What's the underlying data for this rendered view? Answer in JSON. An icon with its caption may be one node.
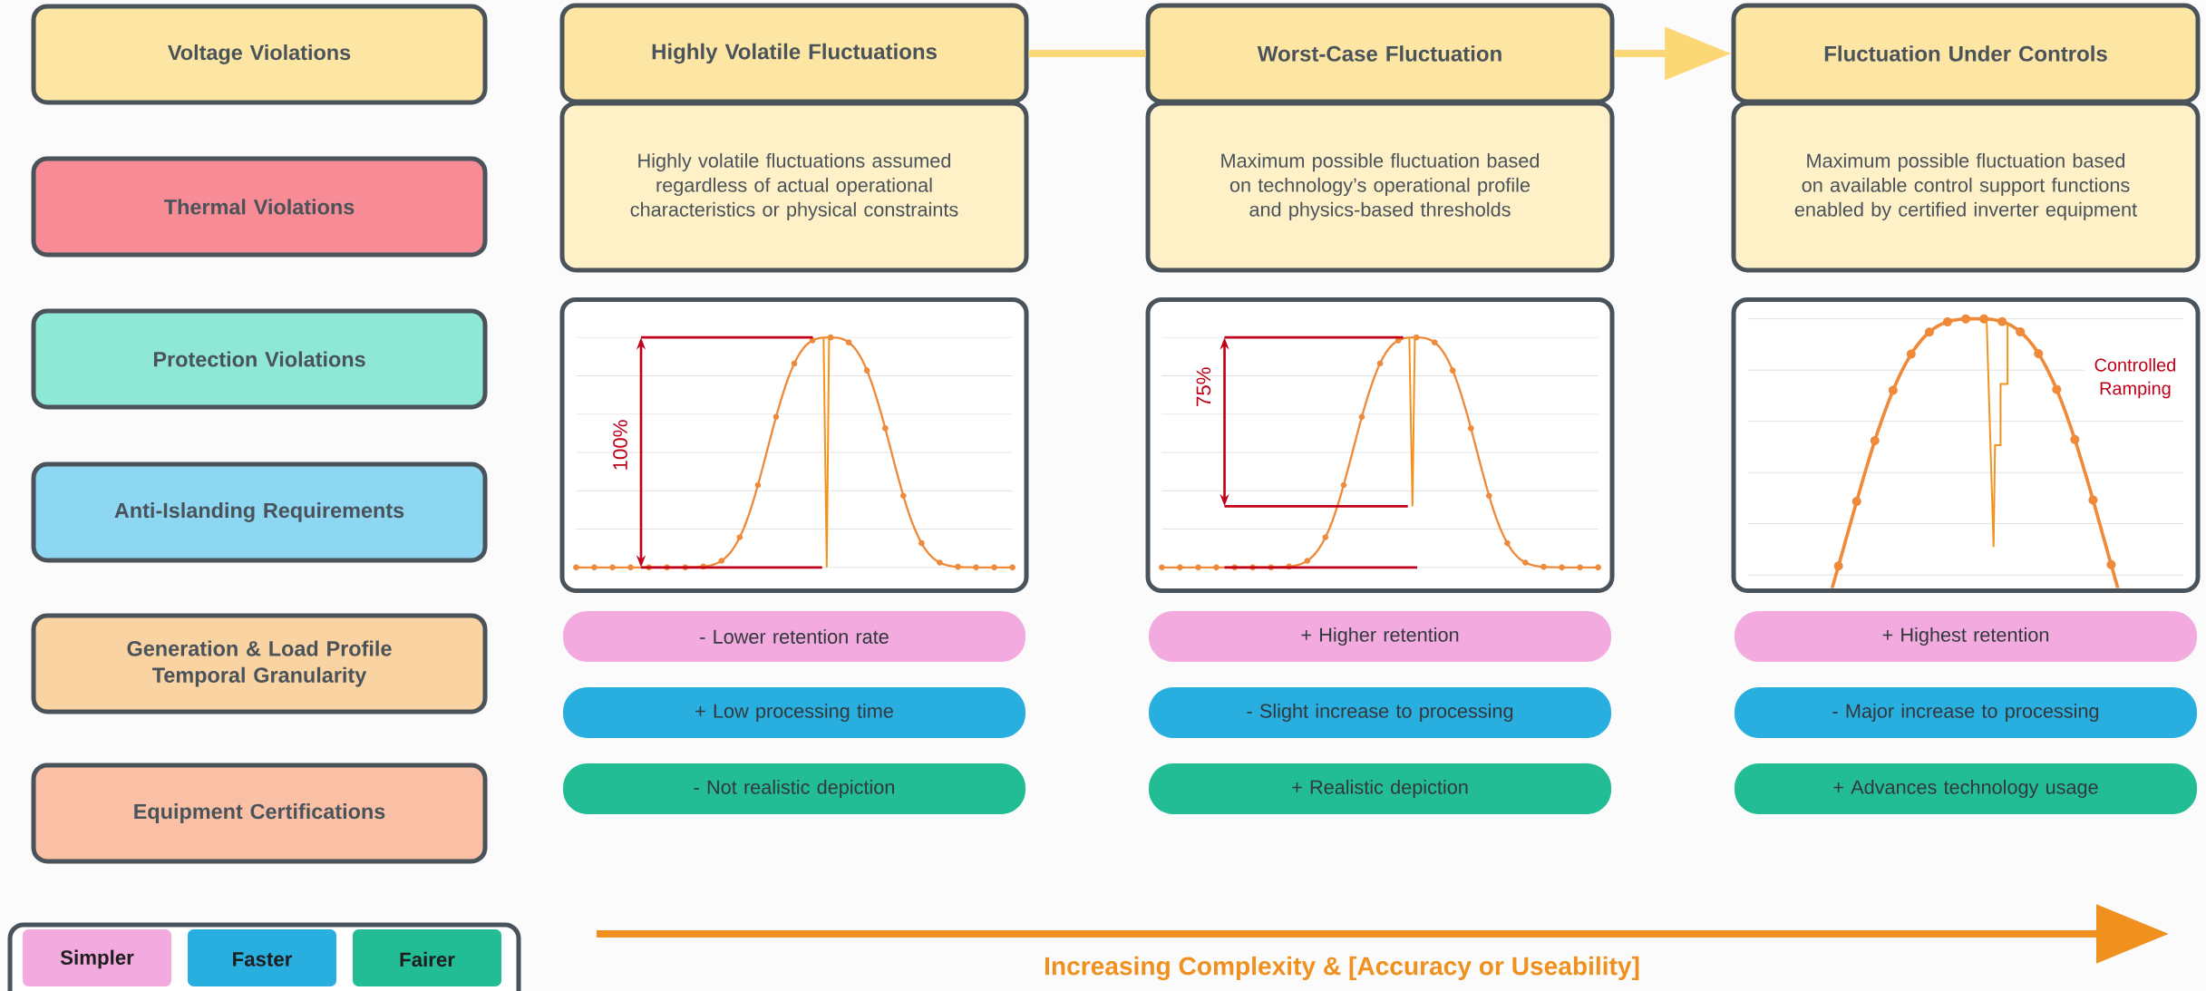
{
  "diagram": {
    "nodes": [
      {
        "text": [
          "Voltage Violations"
        ]
      },
      {
        "text": [
          "Thermal Violations"
        ]
      },
      {
        "text": [
          "Protection Violations"
        ]
      },
      {
        "text": [
          "Anti-Islanding Requirements"
        ]
      },
      {
        "text": [
          "Generation & Load Profile Temporal Granularity"
        ]
      },
      {
        "text": [
          "Equipment Certifications"
        ]
      },
      {
        "text": [
          "Highly Volatile Fluctuations"
        ]
      },
      {
        "text": [
          "Highly volatile fluctuations assumed regardless of actual operational characteristics or physical constraints"
        ]
      },
      {
        "text": [],
        "shape": "picture"
      },
      {
        "text": [
          "- Lower retention rate"
        ]
      },
      {
        "text": [
          "+ Low processing time"
        ]
      },
      {
        "text": [
          "- Not realistic depiction"
        ]
      },
      {
        "text": [
          "Worst-Case Fluctuation"
        ]
      },
      {
        "text": [
          "Maximum possible fluctuation based on technology’s operational profile and physics-based thresholds"
        ]
      },
      {
        "text": [],
        "shape": "picture"
      },
      {
        "text": [
          "+ Higher retention"
        ]
      },
      {
        "text": [
          "- Slight increase to processing"
        ]
      },
      {
        "text": [
          "+ Realistic depiction"
        ]
      },
      {
        "text": [
          "Fluctuation Under Controls"
        ]
      },
      {
        "text": [
          "Maximum possible fluctuation based on available control support functions enabled by certified inverter equipment"
        ]
      },
      {
        "text": [],
        "shape": "picture"
      },
      {
        "text": [
          "+ Highest retention"
        ]
      },
      {
        "text": [
          "- Major increase to processing"
        ]
      },
      {
        "text": [
          "+ Advances technology usage"
        ]
      }
    ],
    "edges": [
      {
        "from": 6,
        "to": 12,
        "arrow": "none"
      },
      {
        "from": 12,
        "to": 18,
        "arrow": "to"
      }
    ],
    "labels": [
      "100%",
      "75%",
      "Controlled Ramping",
      "Increasing Complexity & [Accuracy or Useability]"
    ],
    "legend": [
      {
        "text": "Simpler",
        "color": "#f2aadf"
      },
      {
        "text": "Faster",
        "color": "#29aee0"
      },
      {
        "text": "Fairer",
        "color": "#22bd95"
      }
    ]
  }
}
